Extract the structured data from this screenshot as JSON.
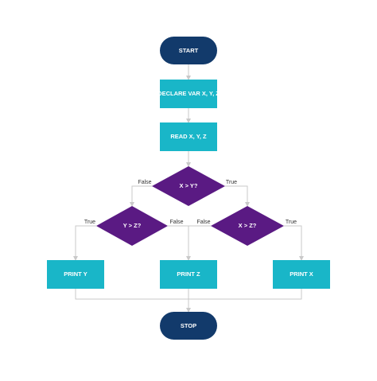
{
  "colors": {
    "terminal": "#123a6b",
    "process": "#19b6c8",
    "decision": "#5a1a83",
    "connector": "#c9c9c9",
    "background": "#ffffff"
  },
  "nodes": {
    "start": "START",
    "declare": "DECLARE VAR X, Y, Z",
    "read": "READ X, Y, Z",
    "decision_xy": "X > Y?",
    "decision_yz": "Y > Z?",
    "decision_xz": "X > Z?",
    "print_y": "PRINT Y",
    "print_z": "PRINT Z",
    "print_x": "PRINT X",
    "stop": "STOP"
  },
  "edge_labels": {
    "xy_false": "False",
    "xy_true": "True",
    "yz_true": "True",
    "yz_false": "False",
    "xz_false": "False",
    "xz_true": "True"
  }
}
